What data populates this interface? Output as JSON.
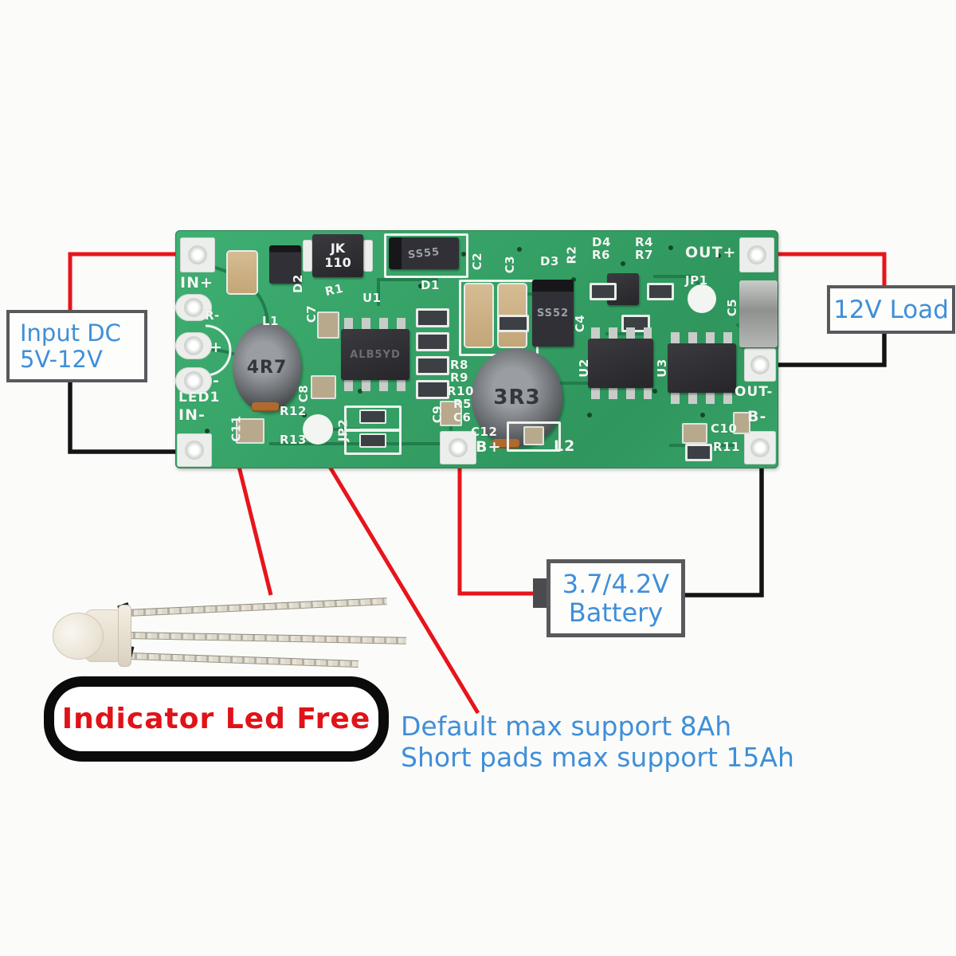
{
  "annotations": {
    "input_box": {
      "line1": "Input DC",
      "line2": "5V-12V"
    },
    "load_box": {
      "label": "12V Load"
    },
    "battery_box": {
      "line1": "3.7/4.2V",
      "line2": "Battery"
    },
    "led_badge": {
      "label": "Indicator Led Free"
    },
    "support_note": {
      "line1": "Default max support 8Ah",
      "line2": "Short pads max support 15Ah"
    }
  },
  "colors": {
    "annotation_blue": "#3f8fd8",
    "annotation_red": "#e01318",
    "wire_red": "#e8141b",
    "wire_black": "#141414",
    "pcb_green": "#35a065",
    "box_border_gray": "#58595b"
  },
  "pcb": {
    "silk": {
      "in_plus": "IN+",
      "r_minus": "R-",
      "plus": "+",
      "minus": "-",
      "led1": "LED1",
      "in_minus": "IN-",
      "d2": "D2",
      "r1": "R1",
      "u1": "U1",
      "d1": "D1",
      "c2": "C2",
      "c3": "C3",
      "d3": "D3",
      "r2": "R2",
      "d4": "D4",
      "r6": "R6",
      "r4": "R4",
      "r7": "R7",
      "out_plus": "OUT+",
      "jp1": "JP1",
      "c5": "C5",
      "l1": "L1",
      "c7": "C7",
      "c8": "C8",
      "r8": "R8",
      "r9": "R9",
      "r10": "R10",
      "r5": "R5",
      "c6": "C6",
      "c9": "C9",
      "c4": "C4",
      "u2": "U2",
      "u3": "U3",
      "r12": "R12",
      "r13": "R13",
      "jp2": "JP2",
      "c11": "C11",
      "c12": "C12",
      "b_plus": "B+",
      "l2": "L2",
      "c10": "C10",
      "r11": "R11",
      "out_minus": "OUT-",
      "b_minus": "B-"
    },
    "markings": {
      "jk_line1": "JK",
      "jk_line2": "110",
      "l1": "4R7",
      "l2": "3R3",
      "u1": "ALB5YD",
      "d_top": "SS55",
      "d3": "SS52"
    }
  }
}
